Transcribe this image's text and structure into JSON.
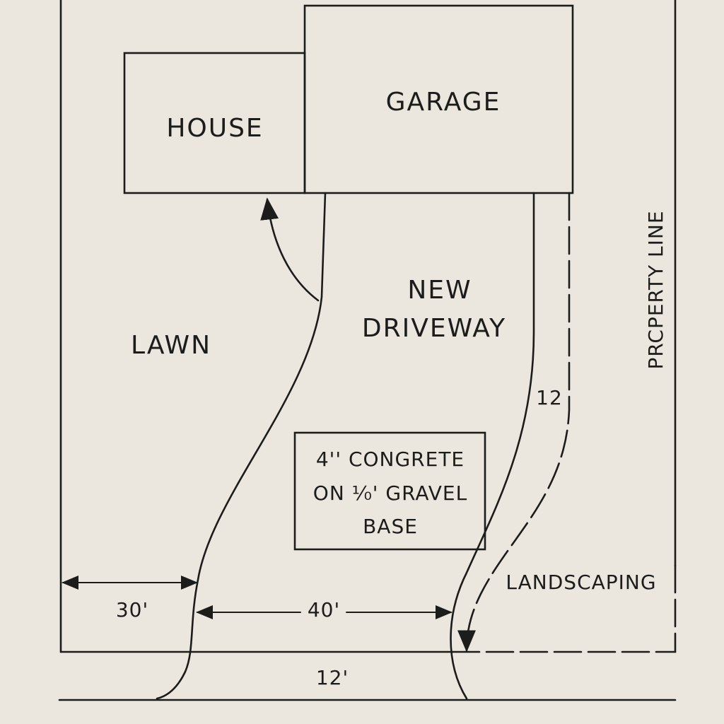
{
  "labels": {
    "house": "HOUSE",
    "garage": "GARAGE",
    "lawn": "LAWN",
    "driveway_line1": "NEW",
    "driveway_line2": "DRIVEWAY",
    "property_line": "PRCPERTY LINE",
    "landscaping": "LANDSCAPING",
    "spec_line1": "4'' CONGRETE",
    "spec_line2": "ON ⅟₀' GRAVEL",
    "spec_line3": "BASE"
  },
  "dimensions": {
    "lawn_width": "30'",
    "driveway_span": "40'",
    "driveway_width_side": "12",
    "driveway_width_bottom": "12'"
  },
  "colors": {
    "paper": "#ebe7df",
    "ink": "#1c1c1a"
  }
}
